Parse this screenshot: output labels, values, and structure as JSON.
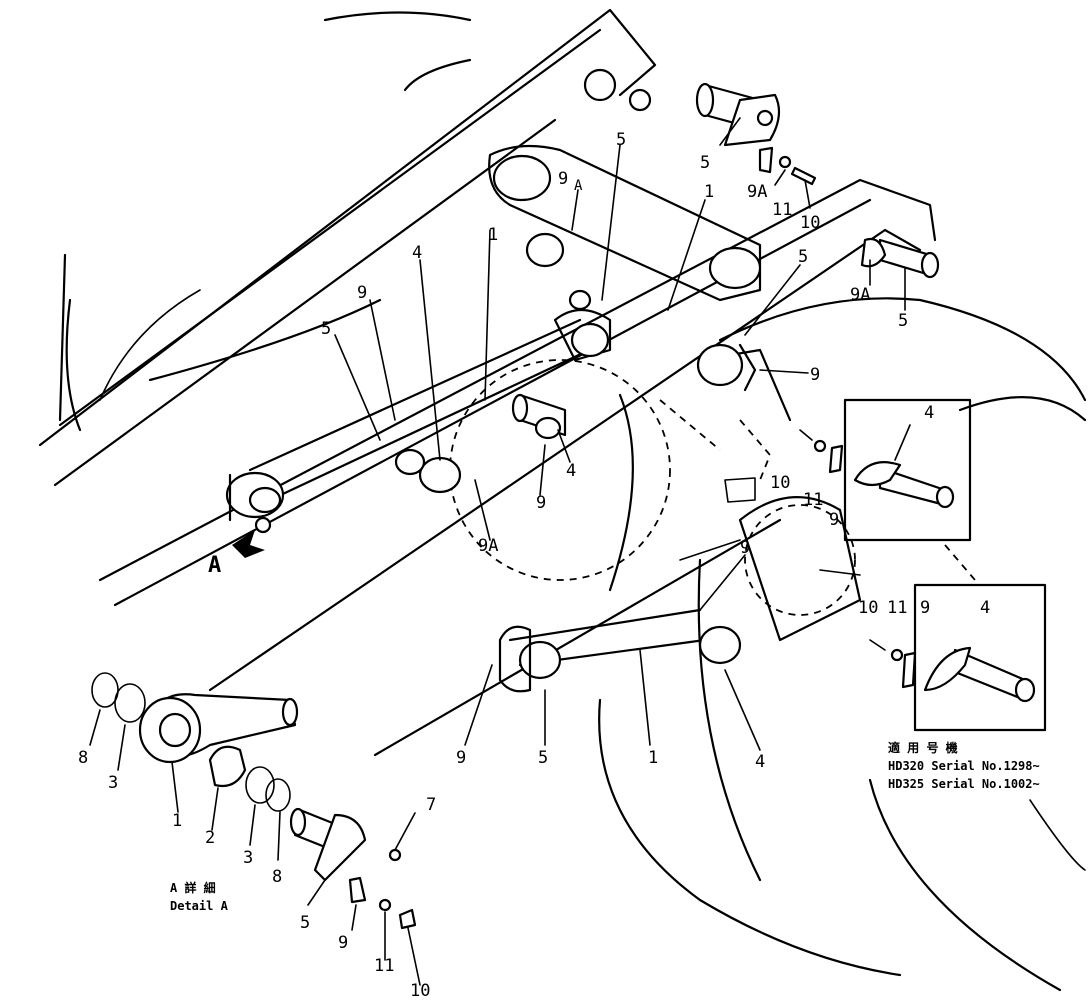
{
  "callouts": {
    "c_5_top": "5",
    "c_9A_top": "9",
    "c_9A_top_a": "A",
    "c_5_right_top": "5",
    "c_9A_r1": "9A",
    "c_11_r1": "11",
    "c_10_r1": "10",
    "c_1_upper": "1",
    "c_5_right": "5",
    "c_9A_r2": "9A",
    "c_5_r2": "5",
    "c_4_mid": "4",
    "c_9_mid": "9",
    "c_5_left": "5",
    "c_1_mid": "1",
    "c_9_right": "9",
    "c_9_center": "9",
    "c_4_center": "4",
    "c_9A_center": "9A",
    "c_4_box1": "4",
    "c_10_box1": "10",
    "c_11_box1": "11",
    "c_9_box1": "9",
    "c_9_lower": "9",
    "c_10_box2": "10",
    "c_11_box2": "11",
    "c_9_box2": "9",
    "c_4_box2": "4",
    "c_9_bottom": "9",
    "c_5_bottom": "5",
    "c_1_bottom": "1",
    "c_4_bottom": "4",
    "c_A_arrow": "A",
    "d_8_left": "8",
    "d_3_left": "3",
    "d_1": "1",
    "d_2": "2",
    "d_3_right": "3",
    "d_8_right": "8",
    "d_7": "7",
    "d_5": "5",
    "d_9": "9",
    "d_11": "11",
    "d_10": "10"
  },
  "detail_caption": {
    "jp": "A 詳 細",
    "en": "Detail A"
  },
  "serial_note": {
    "title": "適 用 号 機",
    "line1": "HD320 Serial No.1298~",
    "line2": "HD325 Serial No.1002~"
  }
}
